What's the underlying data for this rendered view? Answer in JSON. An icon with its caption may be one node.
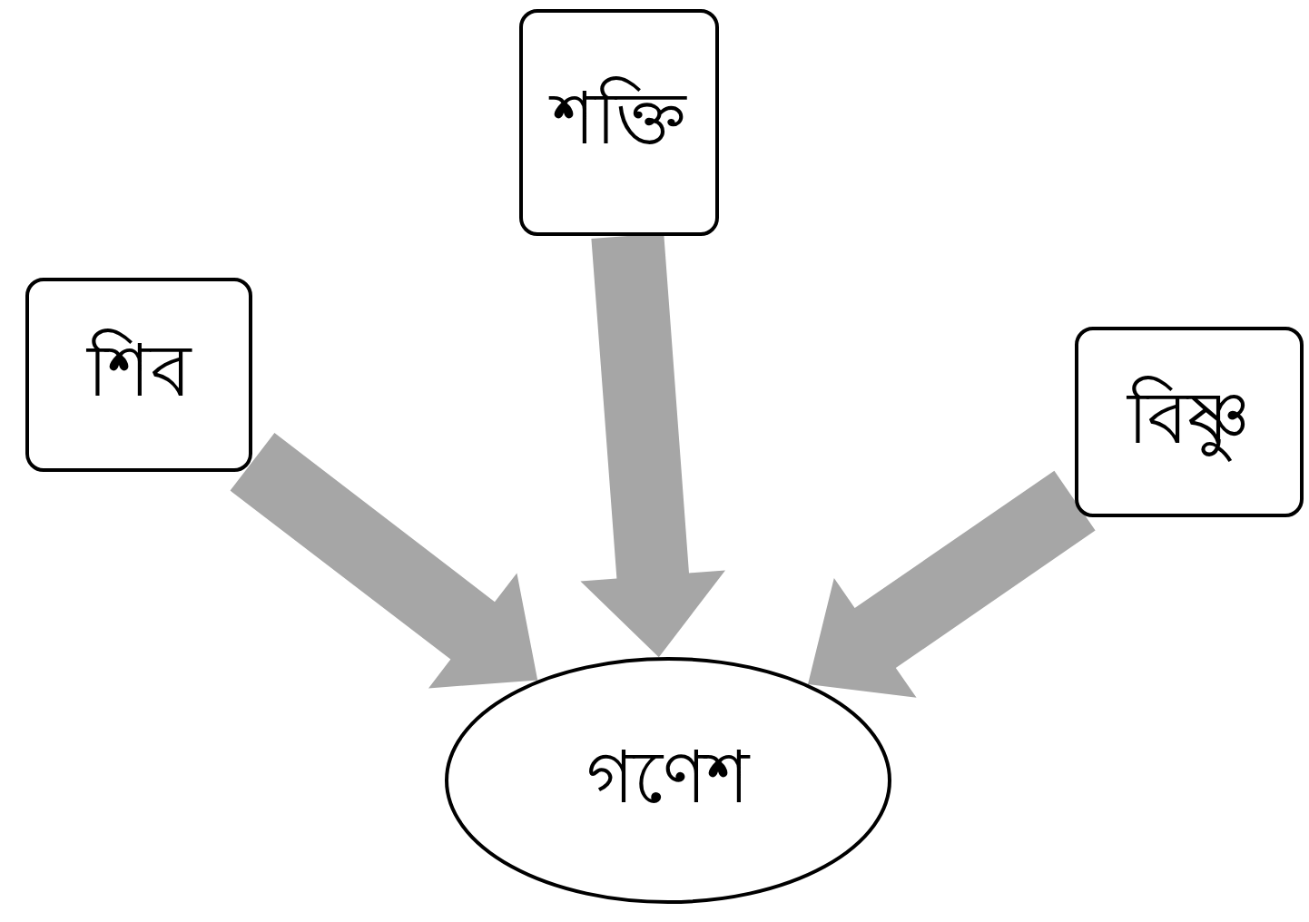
{
  "diagram": {
    "nodes": [
      {
        "text": [
          "শিব"
        ]
      },
      {
        "text": [
          "শক্তি"
        ]
      },
      {
        "text": [
          "বিষ্ণু"
        ]
      },
      {
        "text": [
          "গণেশ"
        ]
      }
    ],
    "edges": [
      {
        "from": 0,
        "to": 3,
        "arrow": "to"
      },
      {
        "from": 1,
        "to": 3,
        "arrow": "to"
      },
      {
        "from": 2,
        "to": 3,
        "arrow": "to"
      }
    ]
  }
}
